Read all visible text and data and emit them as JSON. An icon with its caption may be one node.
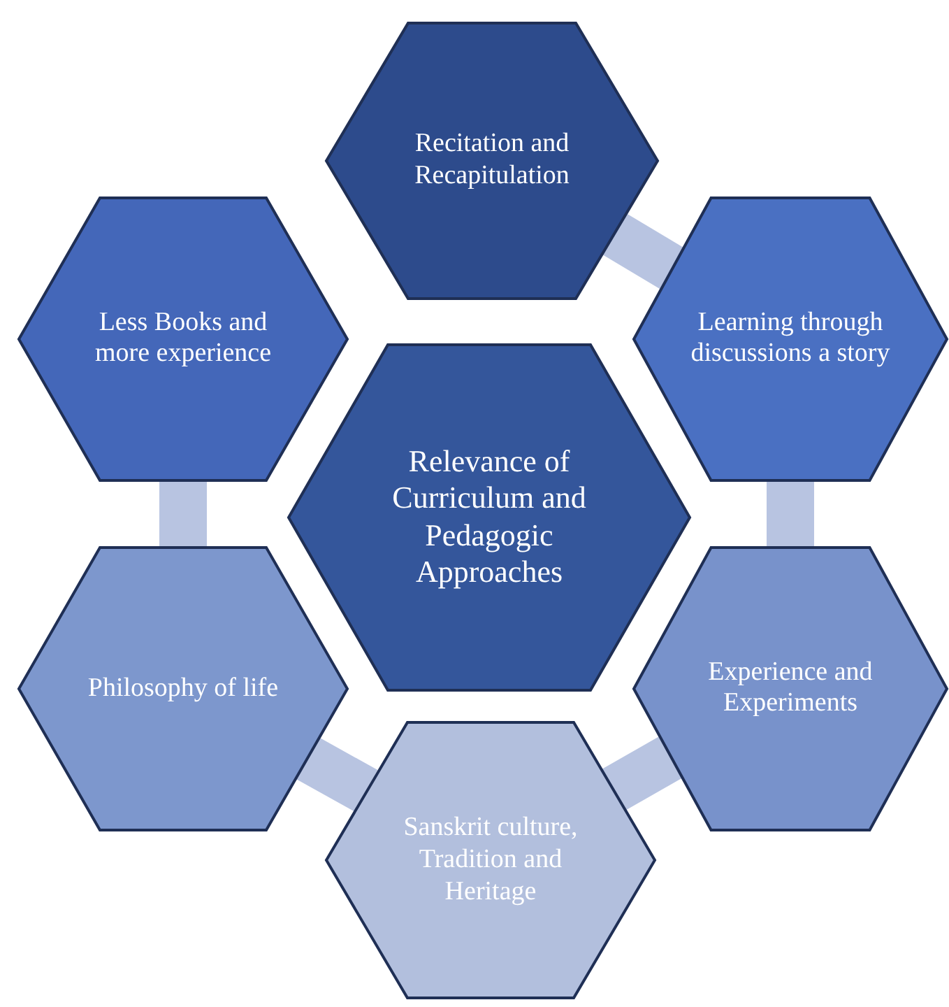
{
  "diagram": {
    "nodes": [
      {
        "text": [
          "Recitation and Recapitulation"
        ]
      },
      {
        "text": [
          "Less Books and more experience"
        ]
      },
      {
        "text": [
          "Learning through discussions a story"
        ]
      },
      {
        "text": [
          "Relevance of Curriculum and Pedagogic Approaches"
        ]
      },
      {
        "text": [
          "Philosophy of life"
        ]
      },
      {
        "text": [
          "Experience and Experiments"
        ]
      },
      {
        "text": [
          "Sanskrit culture, Tradition and Heritage"
        ]
      }
    ],
    "edges": [
      {
        "from": 0,
        "to": 2,
        "arrow": "none"
      },
      {
        "from": 2,
        "to": 5,
        "arrow": "none"
      },
      {
        "from": 5,
        "to": 6,
        "arrow": "none"
      },
      {
        "from": 6,
        "to": 4,
        "arrow": "none"
      },
      {
        "from": 4,
        "to": 1,
        "arrow": "none"
      }
    ]
  }
}
